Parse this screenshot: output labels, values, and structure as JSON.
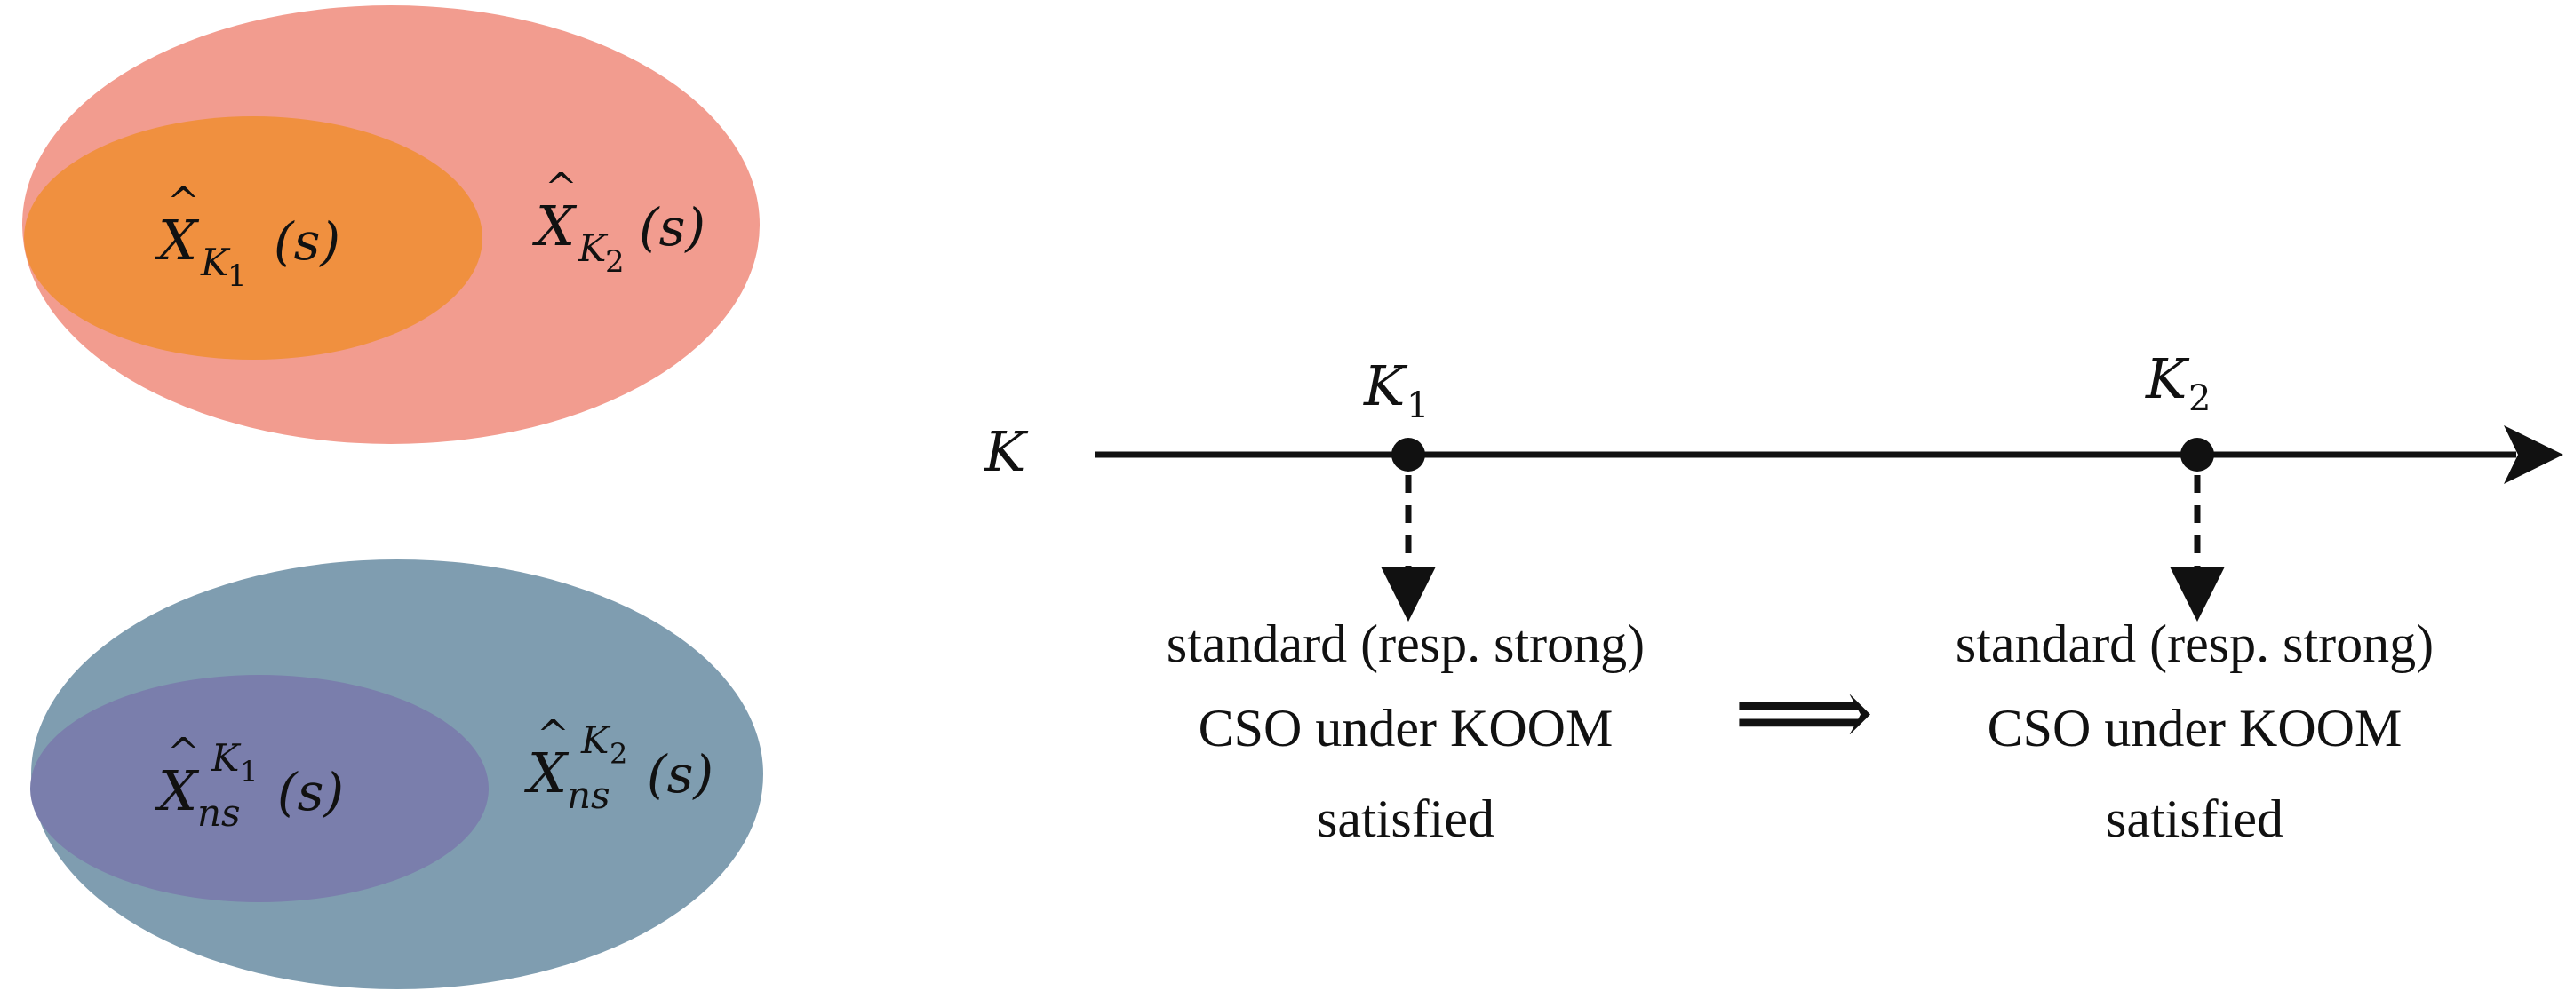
{
  "colors": {
    "outer_top": "#F29C8F",
    "inner_top": "#F0903F",
    "outer_bottom": "#7F9DB0",
    "inner_bottom": "#7A7EAC",
    "ink": "#111111"
  },
  "top_sets": {
    "inner_label": {
      "base": "X",
      "sub": "K",
      "subsub": "1",
      "arg": "(s)"
    },
    "outer_label": {
      "base": "X",
      "sub": "K",
      "subsub": "2",
      "arg": "(s)"
    }
  },
  "bottom_sets": {
    "inner_label": {
      "base": "X",
      "sub": "ns",
      "sup": "K",
      "supsub": "1",
      "arg": "(s)"
    },
    "outer_label": {
      "base": "X",
      "sub": "ns",
      "sup": "K",
      "supsub": "2",
      "arg": "(s)"
    }
  },
  "axis": {
    "label": "K",
    "k1": {
      "base": "K",
      "sub": "1"
    },
    "k2": {
      "base": "K",
      "sub": "2"
    }
  },
  "captions": {
    "left": [
      "standard (resp. strong)",
      "CSO under KOOM",
      "satisfied"
    ],
    "right": [
      "standard (resp. strong)",
      "CSO under KOOM",
      "satisfied"
    ],
    "implies": "⟹"
  }
}
